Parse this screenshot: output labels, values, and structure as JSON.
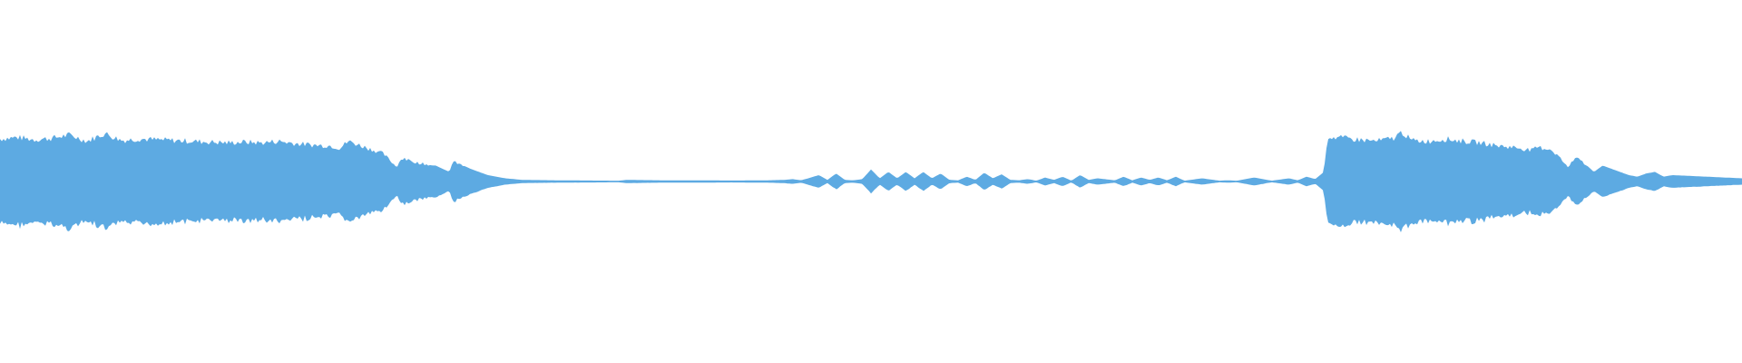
{
  "waveform": {
    "color": "#5DAAE2",
    "background": "#FFFFFF",
    "envelope_points": [
      [
        0.0,
        0.55
      ],
      [
        0.01,
        0.57
      ],
      [
        0.02,
        0.54
      ],
      [
        0.03,
        0.56
      ],
      [
        0.04,
        0.6
      ],
      [
        0.05,
        0.52
      ],
      [
        0.06,
        0.62
      ],
      [
        0.07,
        0.53
      ],
      [
        0.08,
        0.55
      ],
      [
        0.09,
        0.54
      ],
      [
        0.1,
        0.53
      ],
      [
        0.11,
        0.52
      ],
      [
        0.12,
        0.51
      ],
      [
        0.13,
        0.5
      ],
      [
        0.14,
        0.51
      ],
      [
        0.15,
        0.5
      ],
      [
        0.16,
        0.52
      ],
      [
        0.17,
        0.49
      ],
      [
        0.18,
        0.47
      ],
      [
        0.19,
        0.46
      ],
      [
        0.195,
        0.43
      ],
      [
        0.2,
        0.52
      ],
      [
        0.21,
        0.44
      ],
      [
        0.22,
        0.36
      ],
      [
        0.228,
        0.18
      ],
      [
        0.23,
        0.3
      ],
      [
        0.24,
        0.24
      ],
      [
        0.25,
        0.2
      ],
      [
        0.258,
        0.12
      ],
      [
        0.26,
        0.26
      ],
      [
        0.27,
        0.16
      ],
      [
        0.28,
        0.08
      ],
      [
        0.29,
        0.04
      ],
      [
        0.3,
        0.02
      ],
      [
        0.32,
        0.015
      ],
      [
        0.34,
        0.012
      ],
      [
        0.355,
        0.01
      ],
      [
        0.36,
        0.02
      ],
      [
        0.38,
        0.015
      ],
      [
        0.4,
        0.015
      ],
      [
        0.42,
        0.012
      ],
      [
        0.44,
        0.015
      ],
      [
        0.45,
        0.02
      ],
      [
        0.455,
        0.03
      ],
      [
        0.46,
        0.015
      ],
      [
        0.47,
        0.08
      ],
      [
        0.475,
        0.02
      ],
      [
        0.48,
        0.1
      ],
      [
        0.485,
        0.02
      ],
      [
        0.49,
        0.015
      ],
      [
        0.495,
        0.03
      ],
      [
        0.5,
        0.15
      ],
      [
        0.505,
        0.04
      ],
      [
        0.51,
        0.12
      ],
      [
        0.515,
        0.04
      ],
      [
        0.52,
        0.12
      ],
      [
        0.525,
        0.04
      ],
      [
        0.53,
        0.12
      ],
      [
        0.535,
        0.04
      ],
      [
        0.54,
        0.1
      ],
      [
        0.545,
        0.02
      ],
      [
        0.55,
        0.015
      ],
      [
        0.555,
        0.06
      ],
      [
        0.56,
        0.02
      ],
      [
        0.565,
        0.11
      ],
      [
        0.57,
        0.04
      ],
      [
        0.575,
        0.09
      ],
      [
        0.58,
        0.02
      ],
      [
        0.585,
        0.015
      ],
      [
        0.59,
        0.03
      ],
      [
        0.595,
        0.01
      ],
      [
        0.6,
        0.05
      ],
      [
        0.605,
        0.02
      ],
      [
        0.61,
        0.06
      ],
      [
        0.615,
        0.01
      ],
      [
        0.62,
        0.08
      ],
      [
        0.625,
        0.02
      ],
      [
        0.63,
        0.04
      ],
      [
        0.64,
        0.015
      ],
      [
        0.645,
        0.06
      ],
      [
        0.65,
        0.015
      ],
      [
        0.655,
        0.05
      ],
      [
        0.66,
        0.02
      ],
      [
        0.665,
        0.05
      ],
      [
        0.67,
        0.015
      ],
      [
        0.675,
        0.06
      ],
      [
        0.68,
        0.01
      ],
      [
        0.69,
        0.04
      ],
      [
        0.7,
        0.01
      ],
      [
        0.705,
        0.015
      ],
      [
        0.71,
        0.01
      ],
      [
        0.72,
        0.05
      ],
      [
        0.73,
        0.01
      ],
      [
        0.74,
        0.04
      ],
      [
        0.745,
        0.015
      ],
      [
        0.75,
        0.06
      ],
      [
        0.755,
        0.03
      ],
      [
        0.76,
        0.12
      ],
      [
        0.762,
        0.58
      ],
      [
        0.77,
        0.56
      ],
      [
        0.78,
        0.54
      ],
      [
        0.79,
        0.52
      ],
      [
        0.8,
        0.56
      ],
      [
        0.805,
        0.64
      ],
      [
        0.81,
        0.53
      ],
      [
        0.82,
        0.52
      ],
      [
        0.83,
        0.55
      ],
      [
        0.84,
        0.52
      ],
      [
        0.85,
        0.5
      ],
      [
        0.86,
        0.46
      ],
      [
        0.87,
        0.44
      ],
      [
        0.88,
        0.4
      ],
      [
        0.882,
        0.44
      ],
      [
        0.89,
        0.42
      ],
      [
        0.895,
        0.32
      ],
      [
        0.9,
        0.18
      ],
      [
        0.905,
        0.32
      ],
      [
        0.91,
        0.22
      ],
      [
        0.915,
        0.12
      ],
      [
        0.92,
        0.2
      ],
      [
        0.925,
        0.16
      ],
      [
        0.93,
        0.12
      ],
      [
        0.935,
        0.08
      ],
      [
        0.94,
        0.06
      ],
      [
        0.945,
        0.1
      ],
      [
        0.95,
        0.12
      ],
      [
        0.955,
        0.06
      ],
      [
        0.96,
        0.08
      ],
      [
        0.97,
        0.07
      ],
      [
        0.98,
        0.06
      ],
      [
        0.99,
        0.05
      ],
      [
        1.0,
        0.04
      ]
    ]
  }
}
